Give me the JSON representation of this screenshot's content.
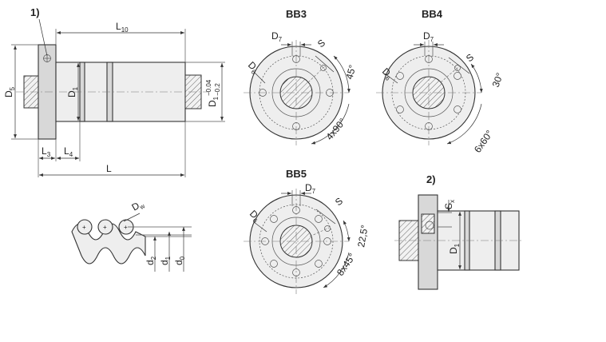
{
  "labels": {
    "note1": "1)",
    "note2": "2)",
    "bb3": "BB3",
    "bb4": "BB4",
    "bb5": "BB5"
  },
  "dims": {
    "L10": {
      "main": "L",
      "sub": "10"
    },
    "D5": {
      "main": "D",
      "sub": "5"
    },
    "D1": {
      "main": "D",
      "sub": "1"
    },
    "D1tol": {
      "main": "D",
      "sub": "1",
      "tol_upper": "−0.04",
      "tol_lower": "−0.2"
    },
    "L3": {
      "main": "L",
      "sub": "3"
    },
    "L4": {
      "main": "L",
      "sub": "4"
    },
    "L": "L",
    "D7": {
      "main": "D",
      "sub": "7"
    },
    "D6": {
      "main": "D",
      "sub": "6"
    },
    "S": "S",
    "Dw": {
      "main": "D",
      "sub": "w"
    },
    "d2": {
      "main": "d",
      "sub": "2"
    },
    "d1": {
      "main": "d",
      "sub": "1"
    },
    "d0": {
      "main": "d",
      "sub": "0"
    },
    "Sx": {
      "main": "S",
      "sub": "x"
    }
  },
  "angles": {
    "bb3_angle": "45°",
    "bb3_pattern": "4x90°",
    "bb4_angle": "30°",
    "bb4_pattern": "6x60°",
    "bb5_angle": "22,5°",
    "bb5_pattern": "8x45°"
  },
  "colors": {
    "line": "#333333",
    "fill": "#eeeeee",
    "hatch": "#666666"
  }
}
